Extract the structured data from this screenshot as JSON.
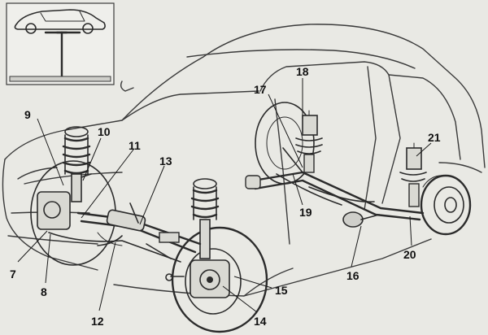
{
  "diagram": {
    "labels": [
      {
        "id": "p9",
        "text": "9"
      },
      {
        "id": "p10",
        "text": "10"
      },
      {
        "id": "p11",
        "text": "11"
      },
      {
        "id": "p13",
        "text": "13"
      },
      {
        "id": "p17",
        "text": "17"
      },
      {
        "id": "p18",
        "text": "18"
      },
      {
        "id": "p19",
        "text": "19"
      },
      {
        "id": "p21",
        "text": "21"
      },
      {
        "id": "p7",
        "text": "7"
      },
      {
        "id": "p8",
        "text": "8"
      },
      {
        "id": "p12",
        "text": "12"
      },
      {
        "id": "p14",
        "text": "14"
      },
      {
        "id": "p15",
        "text": "15"
      },
      {
        "id": "p16",
        "text": "16"
      },
      {
        "id": "p20",
        "text": "20"
      }
    ]
  },
  "colors": {
    "paper": "#e9e9e4",
    "ink": "#2b2b2b"
  }
}
